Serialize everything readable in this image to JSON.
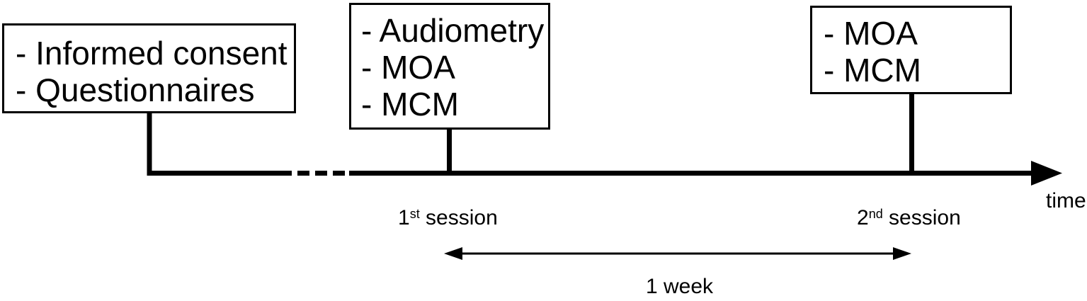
{
  "boxes": [
    {
      "name": "enrollment",
      "lines": [
        "- Informed consent",
        "- Questionnaires"
      ]
    },
    {
      "name": "first-session",
      "lines": [
        "- Audiometry",
        "- MOA",
        "- MCM"
      ]
    },
    {
      "name": "second-session",
      "lines": [
        "- MOA",
        "- MCM"
      ]
    }
  ],
  "labels": {
    "session1": {
      "num": "1",
      "sup": "st",
      "rest": " session"
    },
    "session2": {
      "num": "2",
      "sup": "nd",
      "rest": " session"
    },
    "time_axis": "time",
    "interval": "1 week"
  },
  "colors": {
    "ink": "#000000",
    "background": "#ffffff"
  }
}
